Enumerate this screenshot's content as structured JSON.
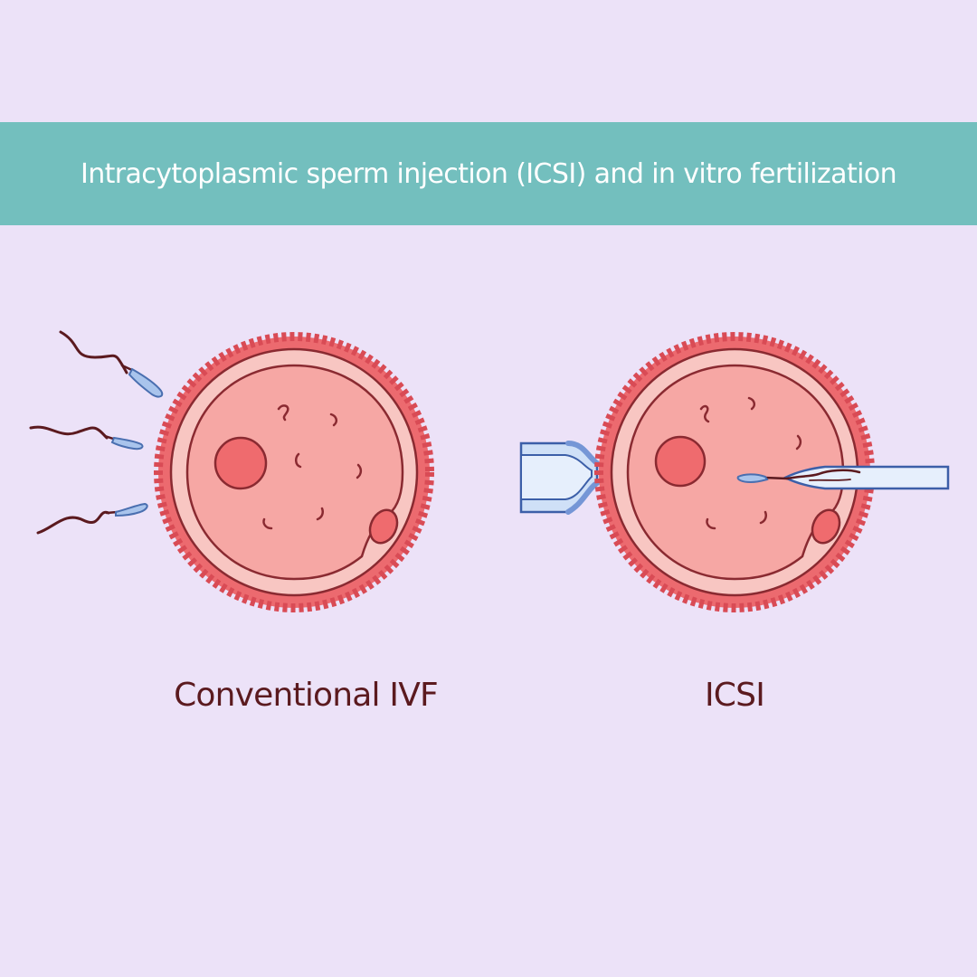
{
  "header": {
    "title": "Intracytoplasmic sperm injection (ICSI) and in vitro fertilization"
  },
  "panels": [
    {
      "caption": "Conventional IVF"
    },
    {
      "caption": "ICSI"
    }
  ],
  "colors": {
    "background": "#ece2f8",
    "banner": "#73bfbe",
    "caption_text": "#5b1a1f",
    "zona_pellucida": "#ec6a6f",
    "cytoplasm": "#f6a7a4",
    "nucleus": "#ef6b6e",
    "sperm_head": "#a9c4ec",
    "sperm_tail": "#5b1a1f",
    "pipette": "#cfe0f7"
  },
  "icons": {
    "egg_cell": "egg-cell-icon",
    "sperm": "sperm-icon",
    "holding_pipette": "holding-pipette-icon",
    "injection_needle": "injection-needle-icon"
  }
}
